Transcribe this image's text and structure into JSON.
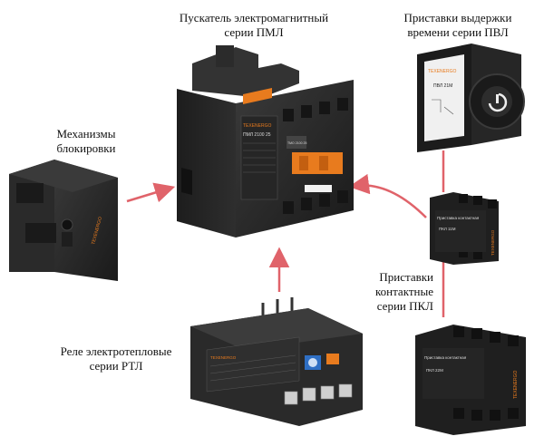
{
  "labels": {
    "contactor": [
      "Пускатель электромагнитный",
      "серии ПМЛ"
    ],
    "timer": [
      "Приставки выдержки",
      "времени серии ПВЛ"
    ],
    "lock": [
      "Механизмы",
      "блокировки"
    ],
    "aux": [
      "Приставки",
      "контактные",
      "серии ПКЛ"
    ],
    "relay": [
      "Реле электротепловые",
      "серии РТЛ"
    ]
  },
  "products": {
    "contactor": {
      "brand": "TEXENERGO",
      "model": "ПМЛ 2100 25",
      "module": "TMO 2100 25"
    },
    "timer": {
      "brand": "TEXENERGO",
      "model": "ПВЛ 21М"
    },
    "lock": {
      "brand": "TEXENERGO"
    },
    "aux_small": {
      "brand": "TEXENERGO",
      "title": "Приставка контактная",
      "model": "ПКЛ 11М"
    },
    "aux_large": {
      "brand": "TEXENERGO",
      "title": "Приставка контактная",
      "model": "ПКЛ 22М"
    },
    "relay": {
      "brand": "TEXENERGO"
    }
  },
  "colors": {
    "arrow": "#e0636a",
    "body": "#2a2a2a",
    "accent": "#e87b1e"
  }
}
